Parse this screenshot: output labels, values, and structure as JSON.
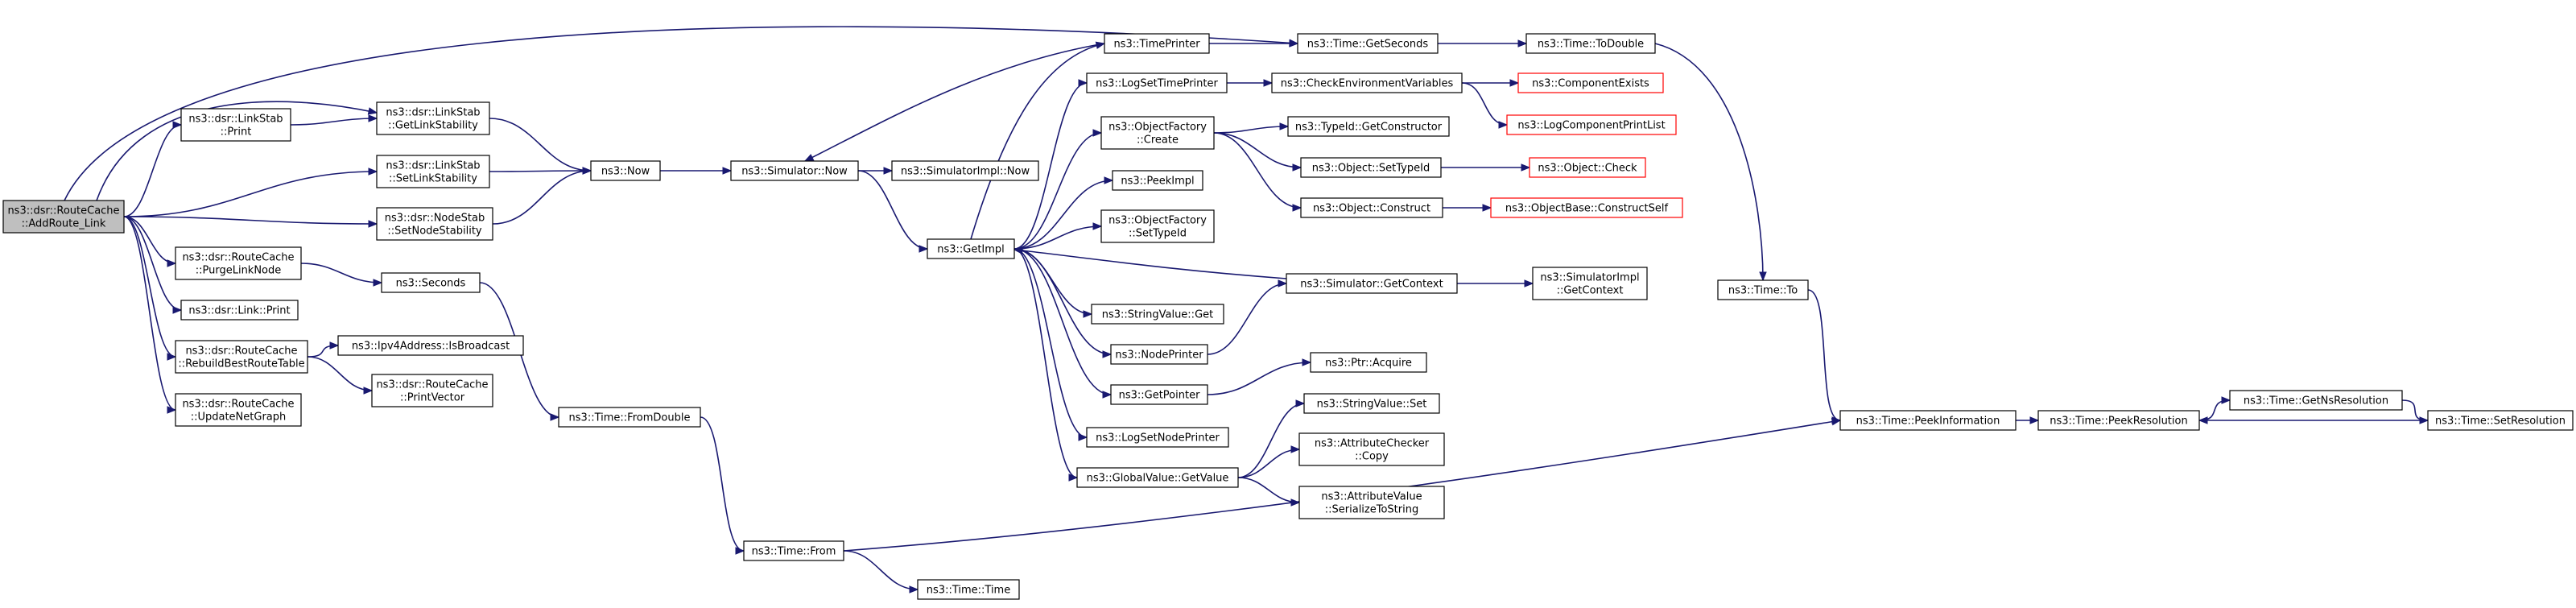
{
  "colors": {
    "edge": "#191970",
    "node_border": "#000000",
    "node_border_truncated": "#ff0000",
    "root_fill": "#bfbfbf",
    "node_fill": "#ffffff"
  },
  "nodes": [
    {
      "id": "addroute",
      "lines": [
        "ns3::dsr::RouteCache",
        "::AddRoute_Link"
      ],
      "root": true
    },
    {
      "id": "linkstab_print",
      "lines": [
        "ns3::dsr::LinkStab",
        "::Print"
      ]
    },
    {
      "id": "getlinkstab",
      "lines": [
        "ns3::dsr::LinkStab",
        "::GetLinkStability"
      ]
    },
    {
      "id": "setlinkstab",
      "lines": [
        "ns3::dsr::LinkStab",
        "::SetLinkStability"
      ]
    },
    {
      "id": "setnodestab",
      "lines": [
        "ns3::dsr::NodeStab",
        "::SetNodeStability"
      ]
    },
    {
      "id": "purgelinknode",
      "lines": [
        "ns3::dsr::RouteCache",
        "::PurgeLinkNode"
      ]
    },
    {
      "id": "link_print",
      "lines": [
        "ns3::dsr::Link::Print"
      ]
    },
    {
      "id": "rebuild",
      "lines": [
        "ns3::dsr::RouteCache",
        "::RebuildBestRouteTable"
      ]
    },
    {
      "id": "updatenetgraph",
      "lines": [
        "ns3::dsr::RouteCache",
        "::UpdateNetGraph"
      ]
    },
    {
      "id": "ipv4bcast",
      "lines": [
        "ns3::Ipv4Address::IsBroadcast"
      ]
    },
    {
      "id": "printvector",
      "lines": [
        "ns3::dsr::RouteCache",
        "::PrintVector"
      ]
    },
    {
      "id": "now",
      "lines": [
        "ns3::Now"
      ]
    },
    {
      "id": "seconds",
      "lines": [
        "ns3::Seconds"
      ]
    },
    {
      "id": "sim_now",
      "lines": [
        "ns3::Simulator::Now"
      ]
    },
    {
      "id": "fromdouble",
      "lines": [
        "ns3::Time::FromDouble"
      ]
    },
    {
      "id": "simimpl_now",
      "lines": [
        "ns3::SimulatorImpl::Now"
      ]
    },
    {
      "id": "getimpl",
      "lines": [
        "ns3::GetImpl"
      ]
    },
    {
      "id": "time_from",
      "lines": [
        "ns3::Time::From"
      ]
    },
    {
      "id": "time_time",
      "lines": [
        "ns3::Time::Time"
      ]
    },
    {
      "id": "timeprinter",
      "lines": [
        "ns3::TimePrinter"
      ]
    },
    {
      "id": "logsettimeprinter",
      "lines": [
        "ns3::LogSetTimePrinter"
      ]
    },
    {
      "id": "of_create",
      "lines": [
        "ns3::ObjectFactory",
        "::Create"
      ]
    },
    {
      "id": "peekimpl",
      "lines": [
        "ns3::PeekImpl"
      ]
    },
    {
      "id": "of_settypeid",
      "lines": [
        "ns3::ObjectFactory",
        "::SetTypeId"
      ]
    },
    {
      "id": "stringvalue_get",
      "lines": [
        "ns3::StringValue::Get"
      ]
    },
    {
      "id": "nodeprinter",
      "lines": [
        "ns3::NodePrinter"
      ]
    },
    {
      "id": "getpointer",
      "lines": [
        "ns3::GetPointer"
      ]
    },
    {
      "id": "logsetnodeprinter",
      "lines": [
        "ns3::LogSetNodePrinter"
      ]
    },
    {
      "id": "gv_getvalue",
      "lines": [
        "ns3::GlobalValue::GetValue"
      ]
    },
    {
      "id": "getseconds",
      "lines": [
        "ns3::Time::GetSeconds"
      ]
    },
    {
      "id": "checkenv",
      "lines": [
        "ns3::CheckEnvironmentVariables"
      ]
    },
    {
      "id": "typeid_getctor",
      "lines": [
        "ns3::TypeId::GetConstructor"
      ]
    },
    {
      "id": "obj_settypeid",
      "lines": [
        "ns3::Object::SetTypeId"
      ]
    },
    {
      "id": "obj_construct",
      "lines": [
        "ns3::Object::Construct"
      ]
    },
    {
      "id": "sim_getcontext",
      "lines": [
        "ns3::Simulator::GetContext"
      ]
    },
    {
      "id": "ptr_acquire",
      "lines": [
        "ns3::Ptr::Acquire"
      ]
    },
    {
      "id": "stringvalue_set",
      "lines": [
        "ns3::StringValue::Set"
      ]
    },
    {
      "id": "attrchecker_copy",
      "lines": [
        "ns3::AttributeChecker",
        "::Copy"
      ]
    },
    {
      "id": "attrvalue_ser",
      "lines": [
        "ns3::AttributeValue",
        "::SerializeToString"
      ]
    },
    {
      "id": "todouble",
      "lines": [
        "ns3::Time::ToDouble"
      ]
    },
    {
      "id": "componentexists",
      "lines": [
        "ns3::ComponentExists"
      ],
      "truncated": true
    },
    {
      "id": "logcomponentprintlist",
      "lines": [
        "ns3::LogComponentPrintList"
      ],
      "truncated": true
    },
    {
      "id": "obj_check",
      "lines": [
        "ns3::Object::Check"
      ],
      "truncated": true
    },
    {
      "id": "objbase_constructself",
      "lines": [
        "ns3::ObjectBase::ConstructSelf"
      ],
      "truncated": true
    },
    {
      "id": "simimpl_getcontext",
      "lines": [
        "ns3::SimulatorImpl",
        "::GetContext"
      ]
    },
    {
      "id": "time_to",
      "lines": [
        "ns3::Time::To"
      ]
    },
    {
      "id": "peekinfo",
      "lines": [
        "ns3::Time::PeekInformation"
      ]
    },
    {
      "id": "peekres",
      "lines": [
        "ns3::Time::PeekResolution"
      ]
    },
    {
      "id": "getnsres",
      "lines": [
        "ns3::Time::GetNsResolution"
      ]
    },
    {
      "id": "setres",
      "lines": [
        "ns3::Time::SetResolution"
      ]
    }
  ],
  "edges": [
    {
      "from": "addroute",
      "to": "getseconds"
    },
    {
      "from": "addroute",
      "to": "getlinkstab"
    },
    {
      "from": "addroute",
      "to": "linkstab_print"
    },
    {
      "from": "addroute",
      "to": "setlinkstab"
    },
    {
      "from": "addroute",
      "to": "setnodestab"
    },
    {
      "from": "addroute",
      "to": "purgelinknode"
    },
    {
      "from": "addroute",
      "to": "link_print"
    },
    {
      "from": "addroute",
      "to": "rebuild"
    },
    {
      "from": "addroute",
      "to": "updatenetgraph"
    },
    {
      "from": "linkstab_print",
      "to": "getlinkstab"
    },
    {
      "from": "getlinkstab",
      "to": "now"
    },
    {
      "from": "setlinkstab",
      "to": "now"
    },
    {
      "from": "setnodestab",
      "to": "now"
    },
    {
      "from": "purgelinknode",
      "to": "seconds"
    },
    {
      "from": "rebuild",
      "to": "ipv4bcast"
    },
    {
      "from": "rebuild",
      "to": "printvector"
    },
    {
      "from": "now",
      "to": "sim_now"
    },
    {
      "from": "seconds",
      "to": "fromdouble"
    },
    {
      "from": "sim_now",
      "to": "simimpl_now"
    },
    {
      "from": "sim_now",
      "to": "getimpl"
    },
    {
      "from": "fromdouble",
      "to": "time_from"
    },
    {
      "from": "time_from",
      "to": "time_time"
    },
    {
      "from": "time_from",
      "to": "peekinfo"
    },
    {
      "from": "getimpl",
      "to": "timeprinter"
    },
    {
      "from": "getimpl",
      "to": "logsettimeprinter"
    },
    {
      "from": "getimpl",
      "to": "of_create"
    },
    {
      "from": "getimpl",
      "to": "peekimpl"
    },
    {
      "from": "getimpl",
      "to": "of_settypeid"
    },
    {
      "from": "getimpl",
      "to": "stringvalue_get"
    },
    {
      "from": "getimpl",
      "to": "nodeprinter"
    },
    {
      "from": "getimpl",
      "to": "getpointer"
    },
    {
      "from": "getimpl",
      "to": "logsetnodeprinter"
    },
    {
      "from": "getimpl",
      "to": "gv_getvalue"
    },
    {
      "from": "timeprinter",
      "to": "sim_now"
    },
    {
      "from": "timeprinter",
      "to": "getseconds"
    },
    {
      "from": "logsettimeprinter",
      "to": "checkenv"
    },
    {
      "from": "of_create",
      "to": "typeid_getctor"
    },
    {
      "from": "of_create",
      "to": "obj_settypeid"
    },
    {
      "from": "of_create",
      "to": "obj_construct"
    },
    {
      "from": "nodeprinter",
      "to": "sim_getcontext"
    },
    {
      "from": "sim_getcontext",
      "to": "getimpl"
    },
    {
      "from": "sim_getcontext",
      "to": "simimpl_getcontext"
    },
    {
      "from": "getpointer",
      "to": "ptr_acquire"
    },
    {
      "from": "gv_getvalue",
      "to": "stringvalue_set"
    },
    {
      "from": "gv_getvalue",
      "to": "attrchecker_copy"
    },
    {
      "from": "gv_getvalue",
      "to": "attrvalue_ser"
    },
    {
      "from": "getseconds",
      "to": "todouble"
    },
    {
      "from": "checkenv",
      "to": "componentexists"
    },
    {
      "from": "checkenv",
      "to": "logcomponentprintlist"
    },
    {
      "from": "obj_settypeid",
      "to": "obj_check"
    },
    {
      "from": "obj_construct",
      "to": "objbase_constructself"
    },
    {
      "from": "todouble",
      "to": "time_to"
    },
    {
      "from": "time_to",
      "to": "peekinfo"
    },
    {
      "from": "peekinfo",
      "to": "peekres"
    },
    {
      "from": "peekres",
      "to": "getnsres"
    },
    {
      "from": "getnsres",
      "to": "setres"
    },
    {
      "from": "setres",
      "to": "peekres"
    }
  ]
}
